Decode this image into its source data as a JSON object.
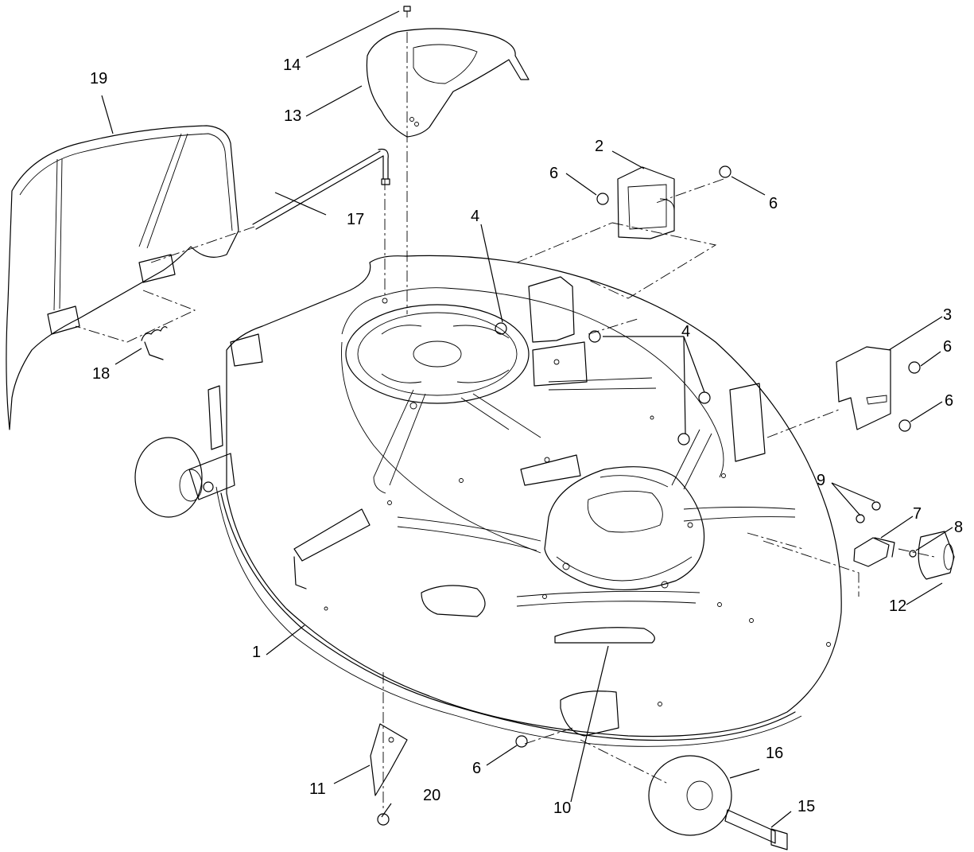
{
  "callouts": {
    "c1": "1",
    "c2": "2",
    "c3": "3",
    "c4a": "4",
    "c4b": "4",
    "c6a": "6",
    "c6b": "6",
    "c6c": "6",
    "c6d": "6",
    "c6e": "6",
    "c7": "7",
    "c8": "8",
    "c9": "9",
    "c10": "10",
    "c11": "11",
    "c12": "12",
    "c13": "13",
    "c14": "14",
    "c15": "15",
    "c16": "16",
    "c17": "17",
    "c18": "18",
    "c19": "19",
    "c20": "20"
  }
}
